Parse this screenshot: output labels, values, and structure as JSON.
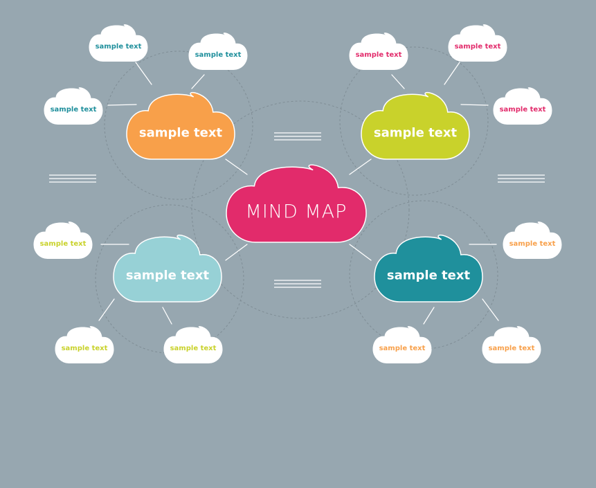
{
  "diagram": {
    "center": {
      "label": "MIND MAP",
      "color": "#e22b6b",
      "text_color": "#ffffff"
    },
    "branches": [
      {
        "label": "sample text",
        "color": "#f8a04a",
        "text_color": "#ffffff",
        "leaves": [
          {
            "label": "sample text",
            "text_color": "#1f8f9c"
          },
          {
            "label": "sample text",
            "text_color": "#1f8f9c"
          },
          {
            "label": "sample text",
            "text_color": "#1f8f9c"
          }
        ]
      },
      {
        "label": "sample text",
        "color": "#c9d22b",
        "text_color": "#ffffff",
        "leaves": [
          {
            "label": "sample text",
            "text_color": "#e22b6b"
          },
          {
            "label": "sample text",
            "text_color": "#e22b6b"
          },
          {
            "label": "sample text",
            "text_color": "#e22b6b"
          }
        ]
      },
      {
        "label": "sample text",
        "color": "#97d1d6",
        "text_color": "#ffffff",
        "leaves": [
          {
            "label": "sample text",
            "text_color": "#c9d22b"
          },
          {
            "label": "sample text",
            "text_color": "#c9d22b"
          },
          {
            "label": "sample text",
            "text_color": "#c9d22b"
          }
        ]
      },
      {
        "label": "sample text",
        "color": "#1f909c",
        "text_color": "#ffffff",
        "leaves": [
          {
            "label": "sample text",
            "text_color": "#f8a04a"
          },
          {
            "label": "sample text",
            "text_color": "#f8a04a"
          },
          {
            "label": "sample text",
            "text_color": "#f8a04a"
          }
        ]
      }
    ]
  }
}
